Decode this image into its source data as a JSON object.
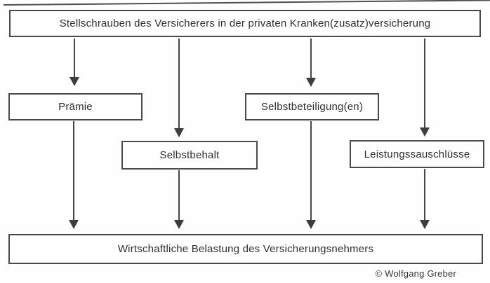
{
  "diagram": {
    "title": "Stellschrauben des Versicherers in der privaten Kranken(zusatz)versicherung",
    "levers": [
      {
        "label": "Prämie"
      },
      {
        "label": "Selbstbehalt"
      },
      {
        "label": "Selbstbeteiligung(en)"
      },
      {
        "label": "Leistungssauschlüsse"
      }
    ],
    "outcome": "Wirtschaftliche Belastung des Versicherungsnehmers",
    "credit": "© Wolfgang Greber",
    "colors": {
      "border": "#4a4a4a",
      "text": "#2f2f2f",
      "arrow": "#3d3d3d",
      "background": "#fefefe"
    }
  }
}
